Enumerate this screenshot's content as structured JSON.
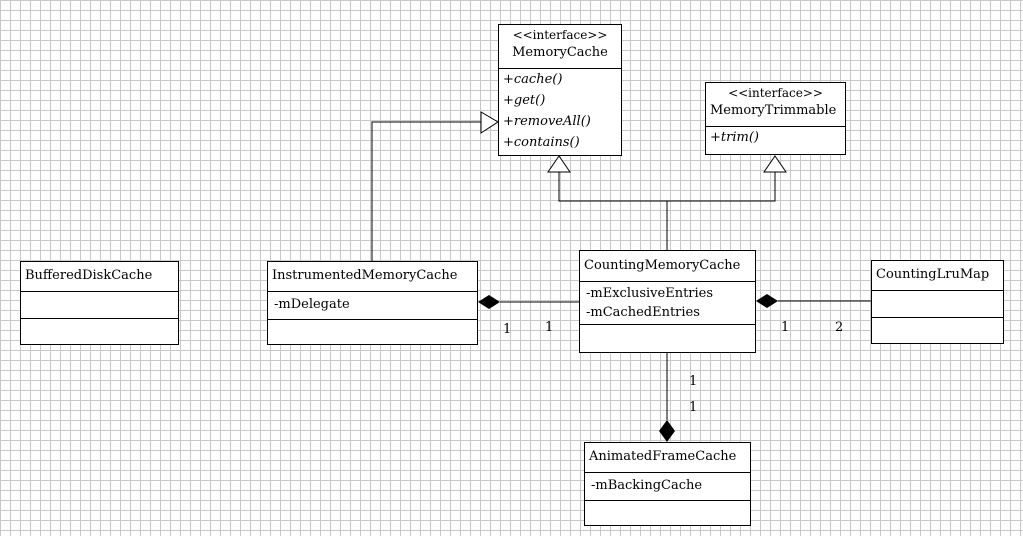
{
  "classes": {
    "memory_cache": {
      "stereotype": "<<interface>>",
      "name": "MemoryCache",
      "operations": [
        "+cache()",
        "+get()",
        "+removeAll()",
        "+contains()"
      ]
    },
    "memory_trimmable": {
      "stereotype": "<<interface>>",
      "name": "MemoryTrimmable",
      "operations": [
        "+trim()"
      ]
    },
    "buffered_disk_cache": {
      "name": "BufferedDiskCache"
    },
    "instrumented_memory_cache": {
      "name": "InstrumentedMemoryCache",
      "attributes": [
        "-mDelegate"
      ]
    },
    "counting_memory_cache": {
      "name": "CountingMemoryCache",
      "attributes": [
        "-mExclusiveEntries",
        "-mCachedEntries"
      ]
    },
    "counting_lru_map": {
      "name": "CountingLruMap"
    },
    "animated_frame_cache": {
      "name": "AnimatedFrameCache",
      "attributes": [
        "-mBackingCache"
      ]
    }
  },
  "multiplicities": {
    "instrumented_side": "1",
    "counting_left_side": "1",
    "counting_right_side": "1",
    "lru_side": "2",
    "counting_bottom_side": "1",
    "animated_side": "1"
  }
}
